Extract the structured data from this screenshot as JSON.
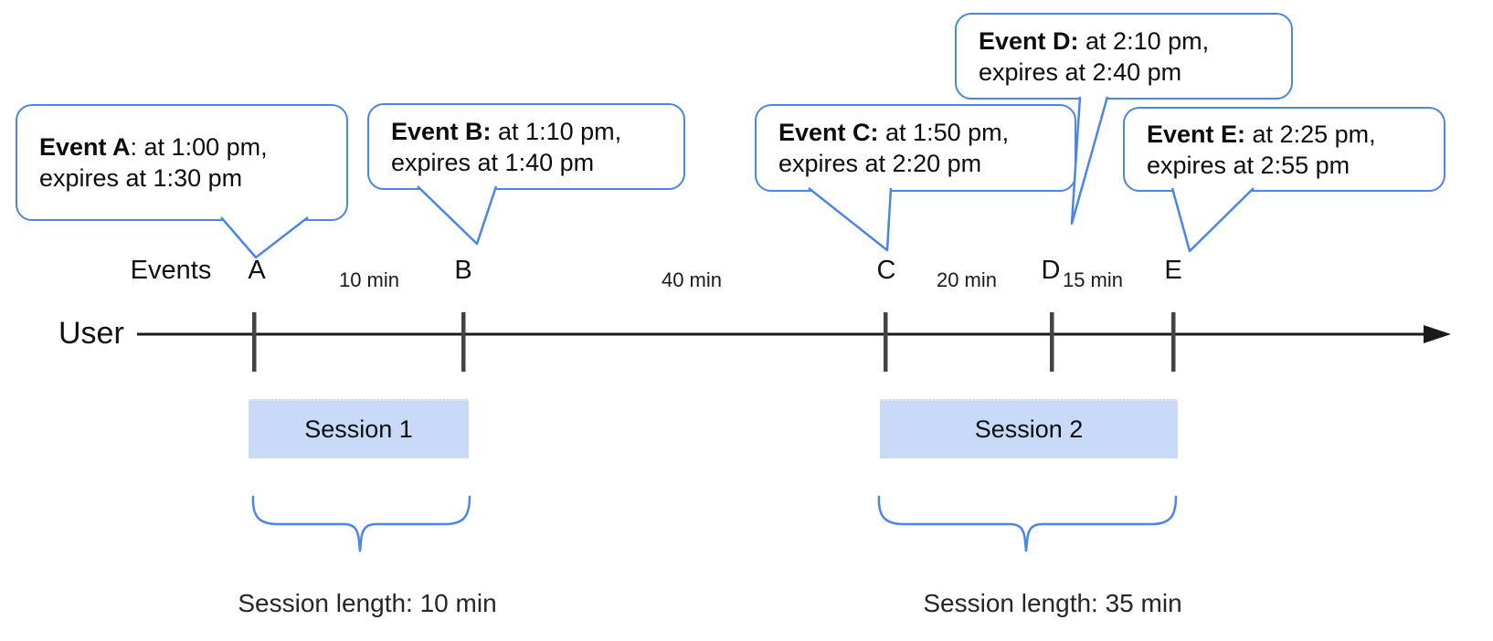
{
  "colors": {
    "accent_blue": "#4a86e8",
    "session_fill": "#c9daf8",
    "tick_gray": "#434343",
    "line_black": "#1a1a1a"
  },
  "bubbles": [
    {
      "event": "A",
      "bold": "Event A",
      "rest": ": at 1:00 pm,",
      "line2": "expires at 1:30 pm"
    },
    {
      "event": "B",
      "bold": "Event B:",
      "rest": " at 1:10 pm,",
      "line2": "expires at 1:40 pm"
    },
    {
      "event": "C",
      "bold": "Event C:",
      "rest": " at 1:50 pm,",
      "line2": "expires at 2:20 pm"
    },
    {
      "event": "D",
      "bold": "Event D:",
      "rest": " at 2:10 pm,",
      "line2": "expires at 2:40 pm"
    },
    {
      "event": "E",
      "bold": "Event E:",
      "rest": " at 2:25 pm,",
      "line2": "expires at 2:55 pm"
    }
  ],
  "timeline": {
    "user_label": "User",
    "events_label": "Events",
    "event_marks": [
      "A",
      "B",
      "C",
      "D",
      "E"
    ],
    "intervals": [
      "10 min",
      "40 min",
      "20 min",
      "15 min"
    ]
  },
  "sessions": [
    {
      "label": "Session 1",
      "length_label": "Session length: 10 min"
    },
    {
      "label": "Session 2",
      "length_label": "Session length: 35 min"
    }
  ]
}
